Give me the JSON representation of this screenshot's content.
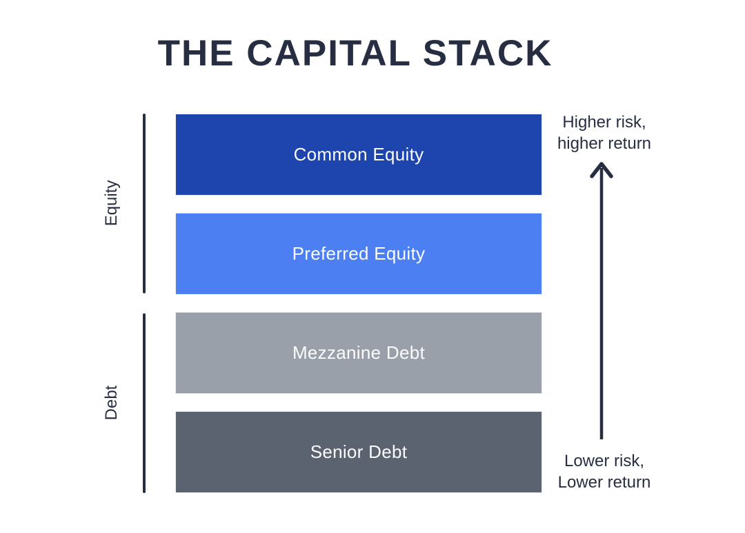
{
  "title": "THE CAPITAL STACK",
  "stack": {
    "bars": [
      {
        "label": "Common Equity",
        "color": "#1E45AD"
      },
      {
        "label": "Preferred Equity",
        "color": "#4B7FF2"
      },
      {
        "label": "Mezzanine Debt",
        "color": "#9AA0AA"
      },
      {
        "label": "Senior Debt",
        "color": "#5C6370"
      }
    ]
  },
  "left_axis": {
    "equity_label": "Equity",
    "debt_label": "Debt"
  },
  "right_axis": {
    "top_label_line1": "Higher risk,",
    "top_label_line2": "higher return",
    "bottom_label_line1": "Lower risk,",
    "bottom_label_line2": "Lower return",
    "arrow_icon": "up-arrow",
    "arrow_direction": "up"
  },
  "colors": {
    "background": "#FFFFFF",
    "text": "#272E42",
    "bar_text": "#FBFCFE",
    "common_equity": "#1E45AD",
    "preferred_equity": "#4B7FF2",
    "mezzanine_debt": "#9AA0AA",
    "senior_debt": "#5C6370"
  }
}
